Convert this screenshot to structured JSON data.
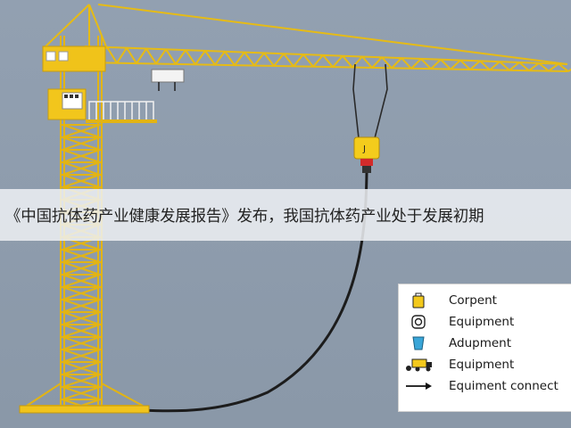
{
  "banner": {
    "headline": "《中国抗体药产业健康发展报告》发布，我国抗体药产业处于发展初期"
  },
  "legend": {
    "items": [
      {
        "label": "Corpent",
        "icon": "briefcase-icon"
      },
      {
        "label": "Equipment",
        "icon": "gear-badge-icon"
      },
      {
        "label": "Adupment",
        "icon": "cup-icon"
      },
      {
        "label": "Equipment",
        "icon": "truck-icon"
      },
      {
        "label": "Equiment connect",
        "icon": "arrow-right-icon"
      }
    ]
  },
  "colors": {
    "sky": "#8e9cad",
    "crane_yellow": "#f3c91c",
    "crane_dark": "#caa010",
    "cable": "#1c1c1c",
    "hook_tip": "#d2272b",
    "legend_cup": "#3aa6d8"
  }
}
